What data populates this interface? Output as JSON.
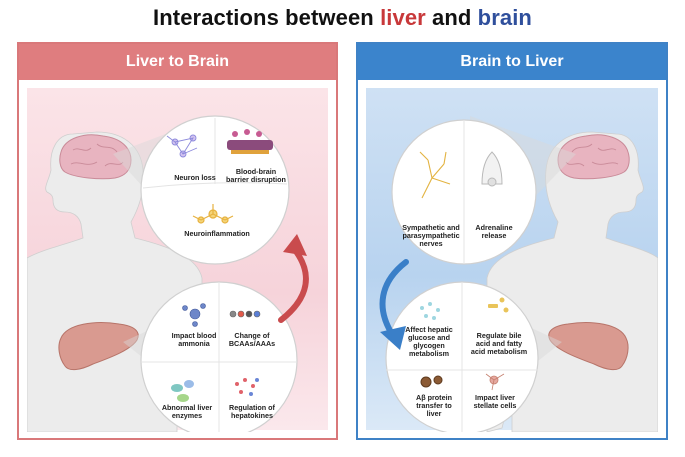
{
  "title": {
    "prefix": "Interactions between ",
    "liver_word": "liver",
    "middle": " and ",
    "brain_word": "brain"
  },
  "colors": {
    "liver_accent": "#c8383a",
    "brain_accent": "#2f4f9c",
    "left_header": "#df7d7f",
    "right_header": "#3b84cc"
  },
  "left_panel": {
    "header": "Liver to Brain",
    "brain_effects": [
      "Neuron loss",
      "Blood-brain\nbarrier disruption",
      "Neuroinflammation"
    ],
    "liver_signals": [
      "Impact blood\nammonia",
      "Change of\nBCAAs/AAAs",
      "Abnormal liver\nenzymes",
      "Regulation of\nhepatokines"
    ]
  },
  "right_panel": {
    "header": "Brain to Liver",
    "brain_signals": [
      "Sympathetic and\nparasympathetic\nnerves",
      "Adrenaline\nrelease"
    ],
    "liver_effects": [
      "Affect hepatic\nglucose and\nglycogen\nmetabolism",
      "Regulate bile\nacid and fatty\nacid metabolism",
      "Aβ protein\ntransfer to\nliver",
      "Impact liver\nstellate cells"
    ]
  }
}
